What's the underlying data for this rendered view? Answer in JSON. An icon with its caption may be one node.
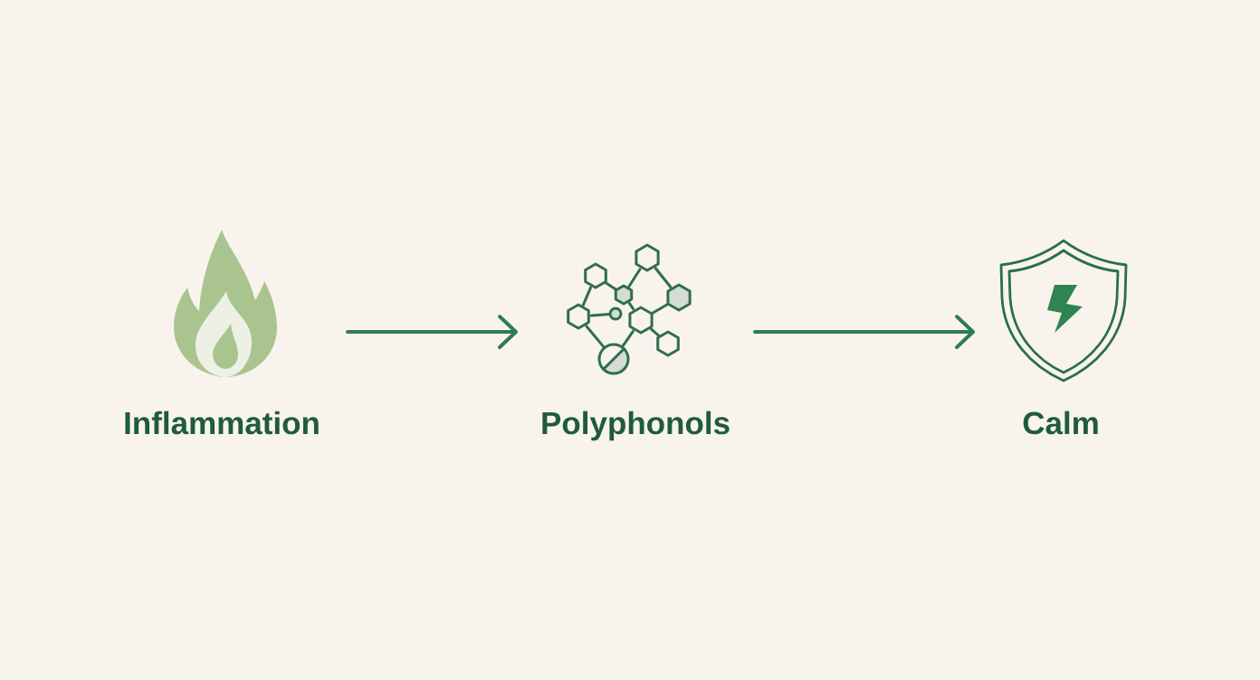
{
  "diagram": {
    "nodes": [
      {
        "text": [],
        "shape": "picture",
        "beside": [
          "Inflammation"
        ]
      },
      {
        "text": [],
        "shape": "picture",
        "beside": [
          "Polyphonols"
        ]
      },
      {
        "text": [],
        "shape": "picture",
        "beside": [
          "Calm"
        ]
      }
    ],
    "edges": [
      {
        "from": 0,
        "to": 1,
        "arrow": "to"
      },
      {
        "from": 1,
        "to": 2,
        "arrow": "to"
      }
    ]
  }
}
